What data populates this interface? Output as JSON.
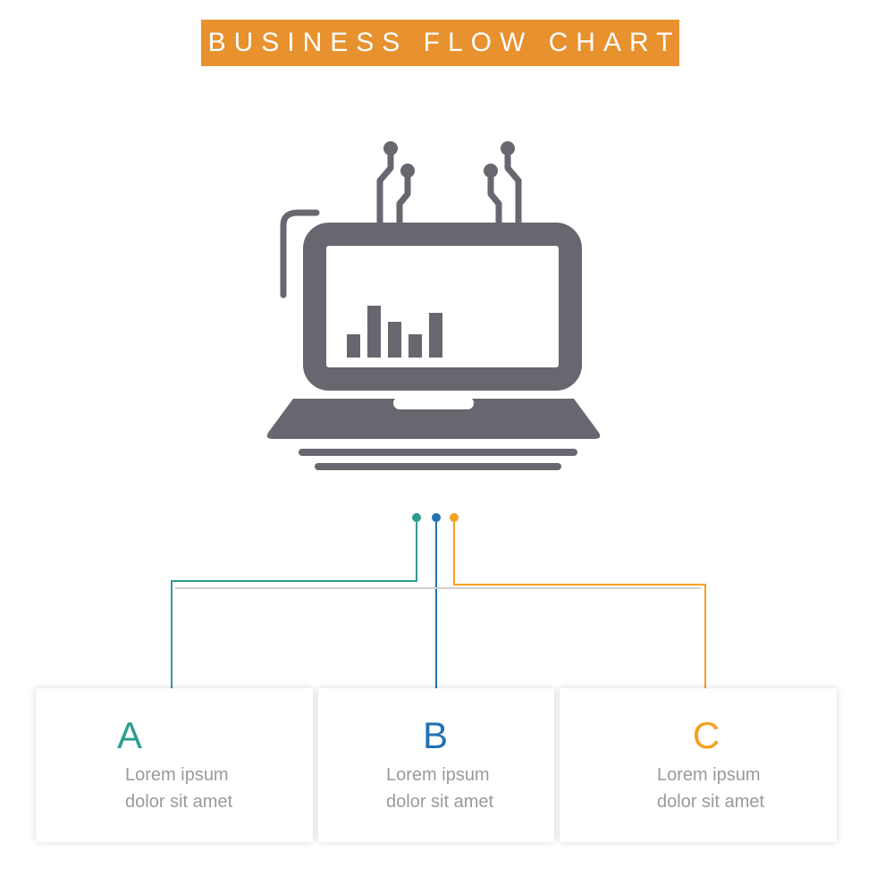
{
  "banner": {
    "title": "BUSINESS FLOW CHART",
    "bg_color": "#E8912F",
    "text_color": "#FFFFFF"
  },
  "icon": {
    "name": "laptop-analytics-glyph",
    "color": "#67676F"
  },
  "connectors": {
    "shadow_color": "#CFCFCF"
  },
  "branches": [
    {
      "letter": "A",
      "color": "#2E9D90",
      "text_line1": "Lorem ipsum",
      "text_line2": "dolor sit amet"
    },
    {
      "letter": "B",
      "color": "#2272B4",
      "text_line1": "Lorem ipsum",
      "text_line2": "dolor sit amet"
    },
    {
      "letter": "C",
      "color": "#F5A120",
      "text_line1": "Lorem ipsum",
      "text_line2": "dolor sit amet"
    }
  ]
}
